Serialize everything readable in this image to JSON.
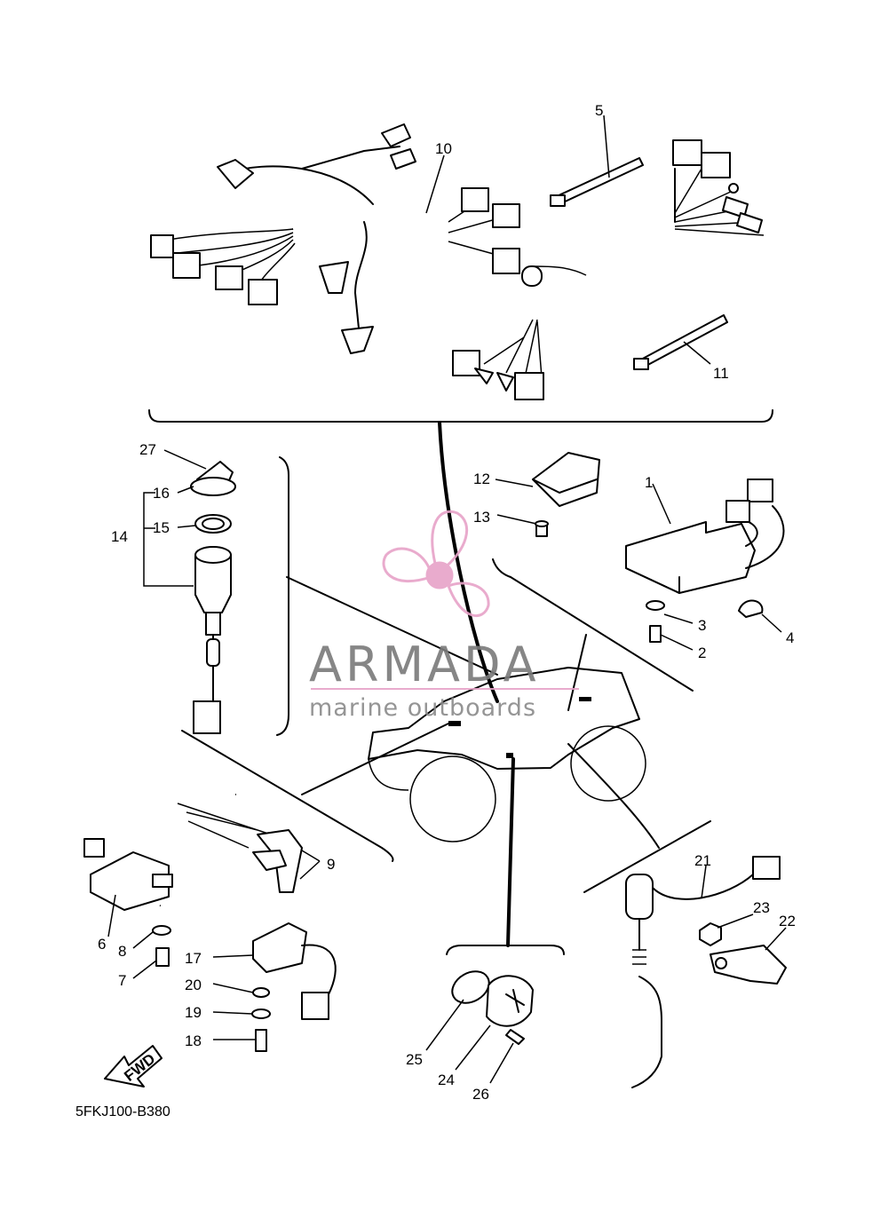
{
  "watermark": {
    "brand": "ARMADA",
    "tagline": "marine outboards",
    "accent_color": "#e7a3c8",
    "text_color": "#7a7a7a"
  },
  "diagram_code": "5FKJ100-B380",
  "fwd_label": "FWD",
  "callouts": {
    "c1": "1",
    "c2": "2",
    "c3": "3",
    "c4": "4",
    "c5": "5",
    "c6": "6",
    "c7": "7",
    "c8": "8",
    "c9": "9",
    "c10": "10",
    "c11": "11",
    "c12": "12",
    "c13": "13",
    "c14": "14",
    "c15": "15",
    "c16": "16",
    "c17": "17",
    "c18": "18",
    "c19": "19",
    "c20": "20",
    "c21": "21",
    "c22": "22",
    "c23": "23",
    "c24": "24",
    "c25": "25",
    "c26": "26",
    "c27": "27"
  }
}
